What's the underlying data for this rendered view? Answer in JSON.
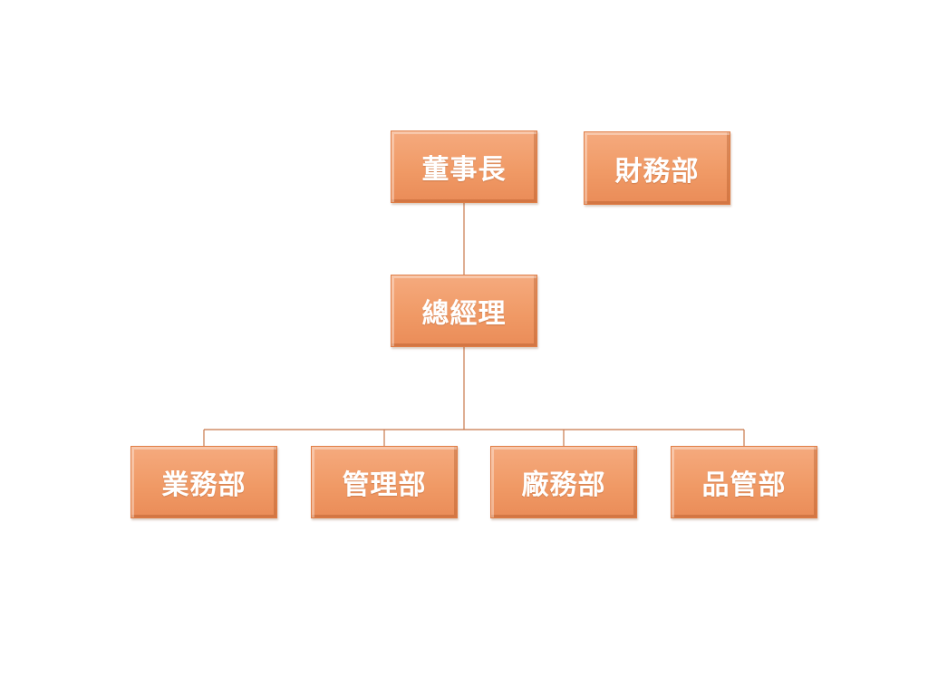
{
  "org_chart": {
    "chairman": "董事長",
    "finance": "財務部",
    "general_manager": "總經理",
    "departments": [
      "業務部",
      "管理部",
      "廠務部",
      "品管部"
    ]
  },
  "colors": {
    "node_fill": "#f09a66",
    "node_border": "#e07d45",
    "connector": "#c8784a",
    "node_text": "#ffffff"
  }
}
